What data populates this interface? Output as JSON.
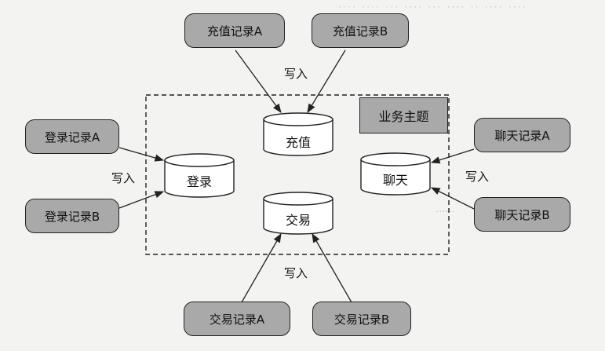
{
  "sources": {
    "recharge_a": "充值记录A",
    "recharge_b": "充值记录B",
    "login_a": "登录记录A",
    "login_b": "登录记录B",
    "chat_a": "聊天记录A",
    "chat_b": "聊天记录B",
    "trade_a": "交易记录A",
    "trade_b": "交易记录B"
  },
  "topics": {
    "recharge": "充值",
    "login": "登录",
    "chat": "聊天",
    "trade": "交易"
  },
  "write_label": "写入",
  "group_label": "业务主题",
  "colors": {
    "box_fill": "#a9a9a9",
    "stroke": "#222222"
  }
}
